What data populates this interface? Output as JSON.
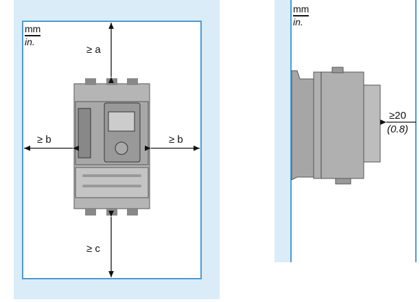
{
  "units": {
    "primary": "mm",
    "secondary": "in."
  },
  "front_view": {
    "top_clearance": "≥ a",
    "left_clearance": "≥ b",
    "right_clearance": "≥ b",
    "bottom_clearance": "≥ c"
  },
  "side_view": {
    "rear_clearance_mm": "≥20",
    "rear_clearance_in": "(0.8)"
  },
  "colors": {
    "zone_fill": "#d9ecf8",
    "wall_line": "#4a9ad6",
    "device": "#9a9a9a"
  }
}
